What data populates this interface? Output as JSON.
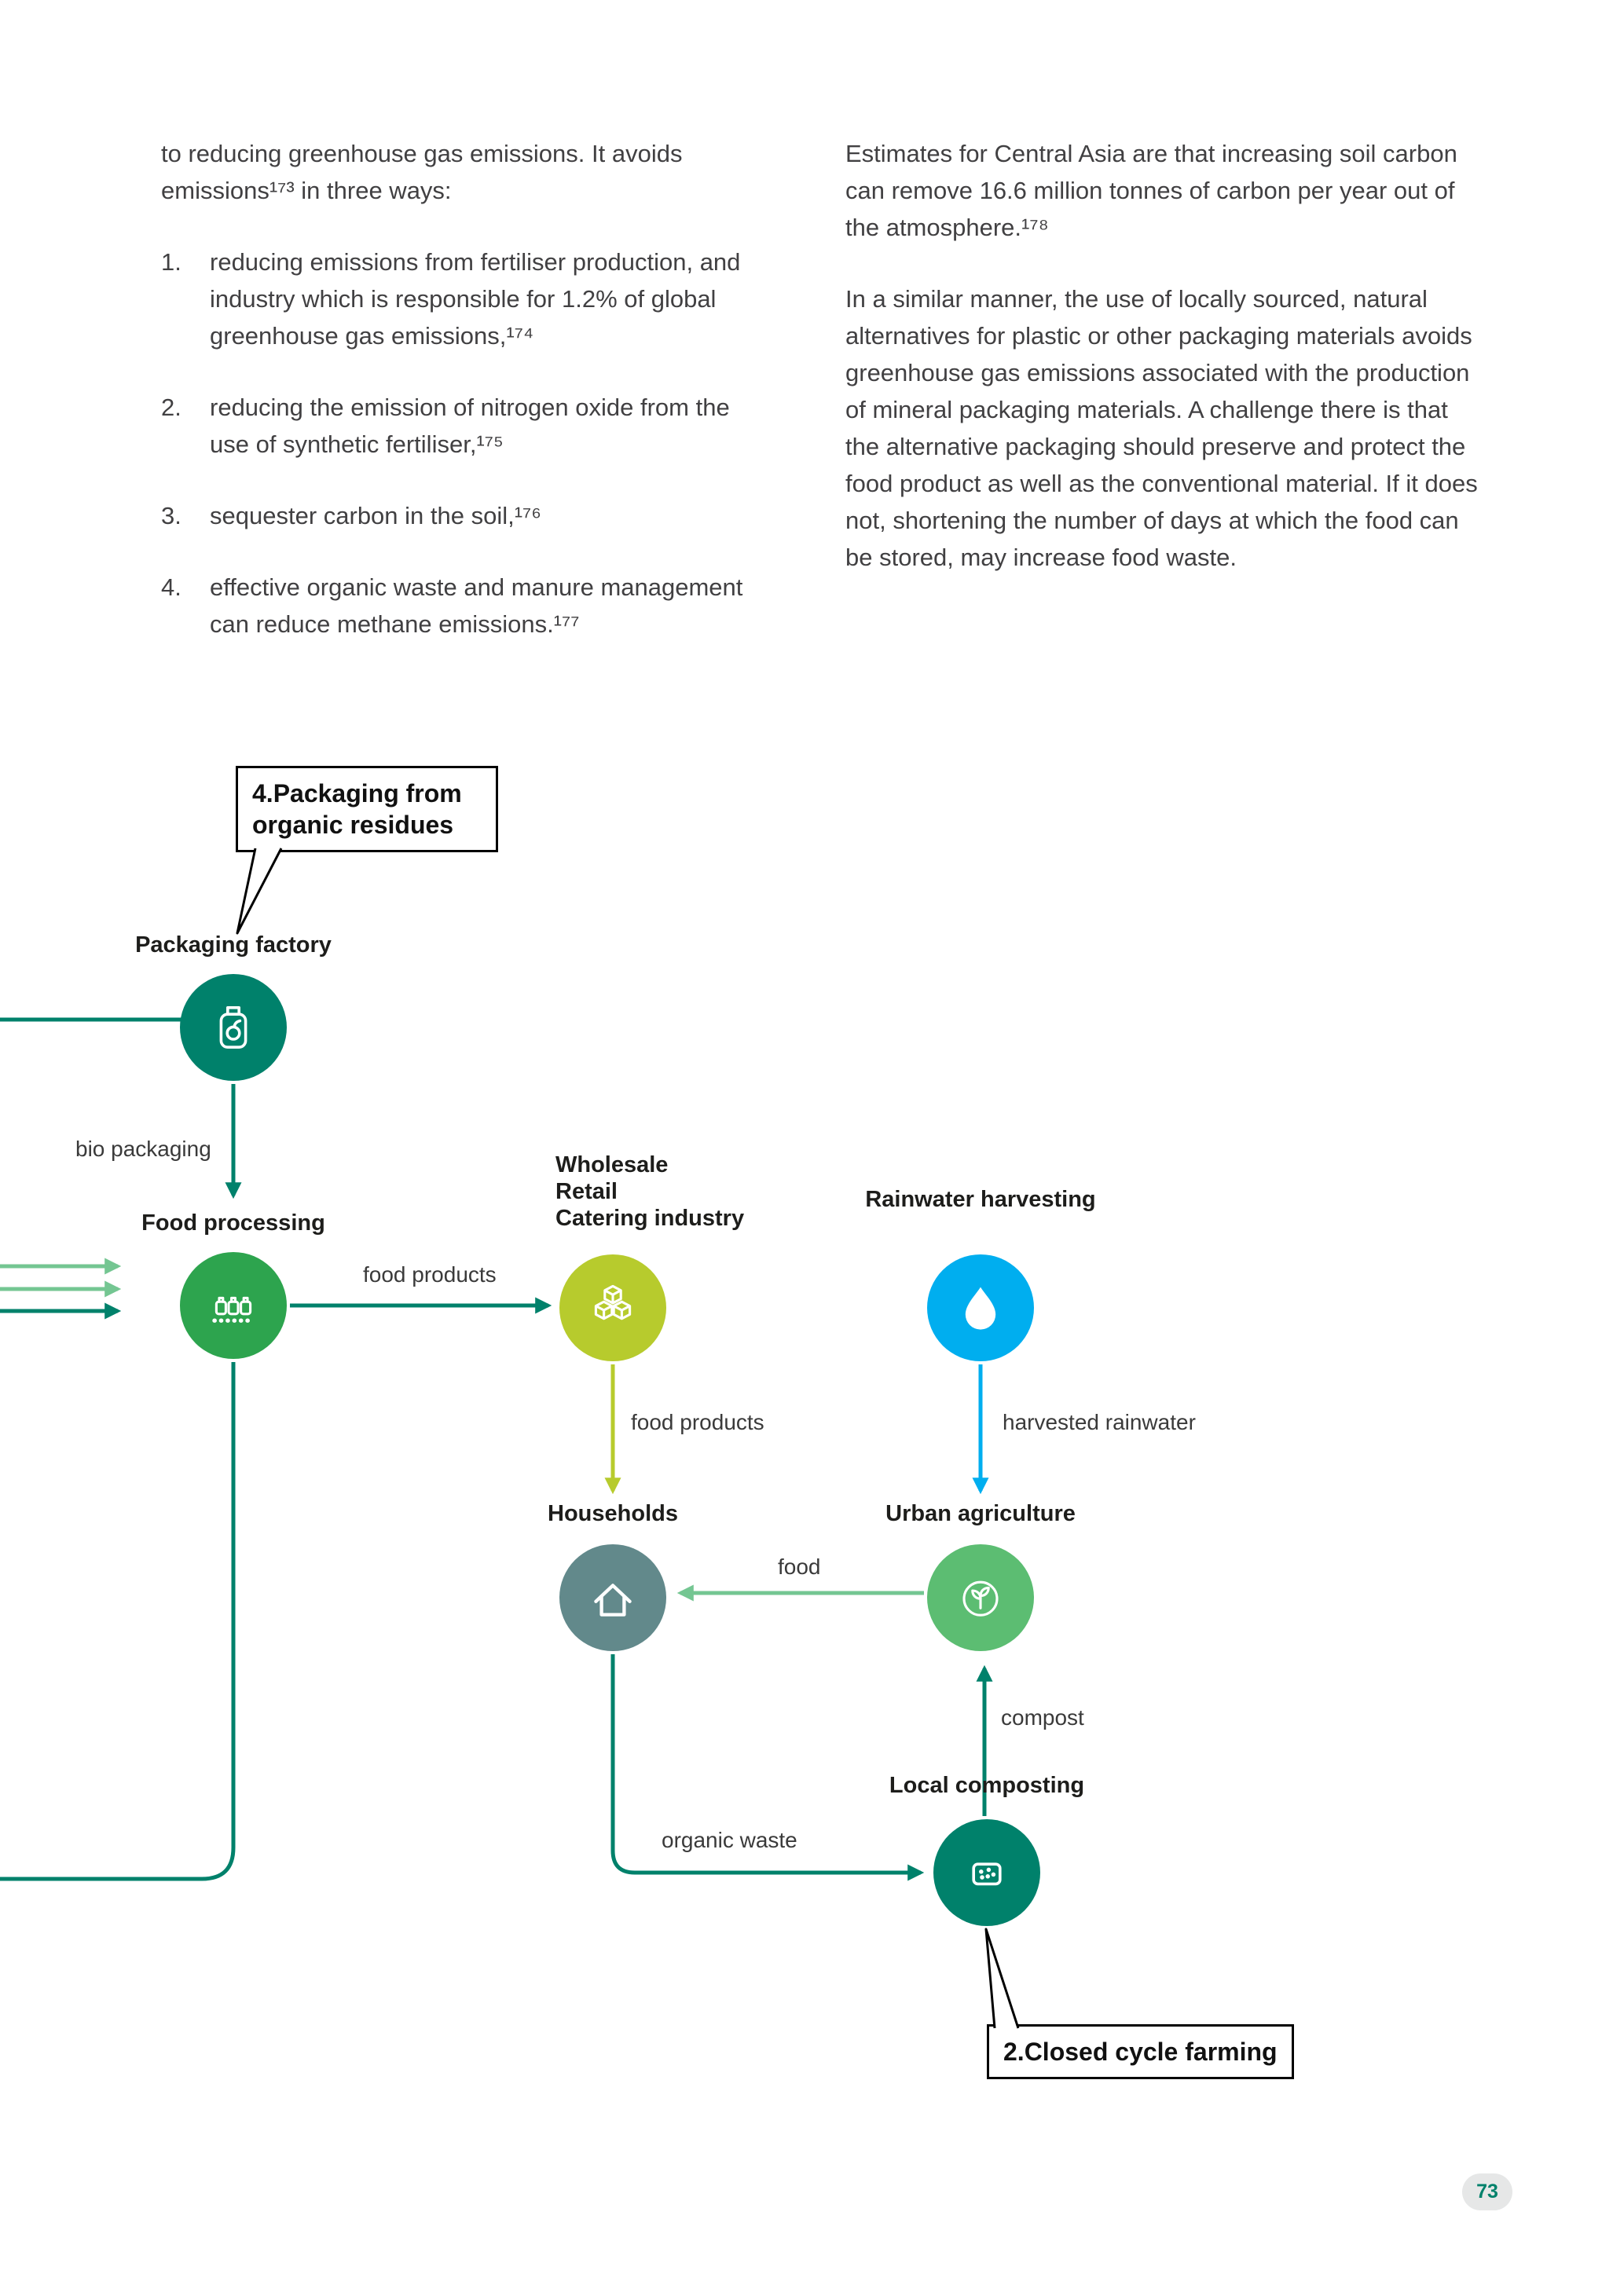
{
  "page": {
    "number": "73"
  },
  "colors": {
    "teal": "#00816B",
    "green": "#2DA44E",
    "light_green": "#74C692",
    "yellow_green": "#B7CB2D",
    "cyan": "#00AEEF",
    "slate": "#62898B",
    "leaf_green": "#5CBD72",
    "body_text": "#414042",
    "heading_text": "#1D1D1B"
  },
  "article": {
    "left": {
      "intro": "to reducing greenhouse gas emissions. It avoids emissions¹⁷³ in three ways:",
      "items": [
        {
          "num": "1.",
          "text": "reducing emissions from fertiliser production, and industry which is responsible for 1.2% of global greenhouse gas emissions,¹⁷⁴"
        },
        {
          "num": "2.",
          "text": "reducing the emission of nitrogen oxide from the use of synthetic fertiliser,¹⁷⁵"
        },
        {
          "num": "3.",
          "text": "sequester carbon in the soil,¹⁷⁶"
        },
        {
          "num": "4.",
          "text": "effective organic waste and manure management can reduce methane emissions.¹⁷⁷"
        }
      ]
    },
    "right": {
      "para1": "Estimates for Central Asia are that increasing soil carbon can remove 16.6 million tonnes of carbon per year out of the atmosphere.¹⁷⁸",
      "para2": "In a similar manner, the use of locally sourced, natural alternatives for plastic or other packaging materials avoids greenhouse gas emissions associated with the production of mineral packaging materials. A challenge there is that the alternative packaging should preserve and protect the food product as well as the conventional material. If it does not, shortening the number of days at which the food can be stored, may increase food waste."
    }
  },
  "diagram": {
    "callout_packaging": "4.Packaging from organic residues",
    "callout_farming": "2.Closed cycle farming",
    "nodes": {
      "packaging_factory": {
        "label": "Packaging factory",
        "icon": "jar-icon"
      },
      "food_processing": {
        "label": "Food processing",
        "icon": "conveyor-icon"
      },
      "wholesale": {
        "lines": [
          "Wholesale",
          "Retail",
          "Catering industry"
        ],
        "icon": "boxes-icon"
      },
      "rainwater": {
        "label": "Rainwater harvesting",
        "icon": "water-drop-icon"
      },
      "households": {
        "label": "Households",
        "icon": "house-icon"
      },
      "urban_agriculture": {
        "label": "Urban agriculture",
        "icon": "sprout-icon"
      },
      "local_composting": {
        "label": "Local composting",
        "icon": "compost-bin-icon"
      }
    },
    "edge_labels": {
      "bio_packaging": "bio packaging",
      "food_products_wholesale": "food products",
      "food_products_households": "food products",
      "harvested_rainwater": "harvested rainwater",
      "food": "food",
      "compost": "compost",
      "organic_waste": "organic waste"
    }
  }
}
